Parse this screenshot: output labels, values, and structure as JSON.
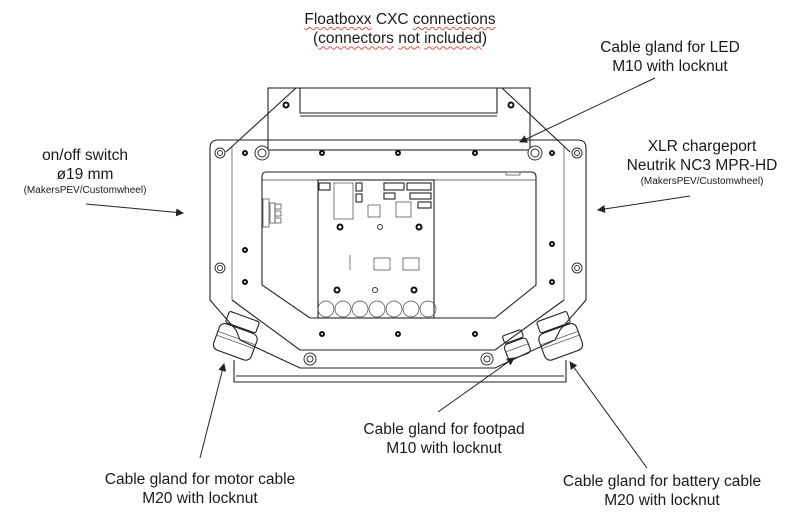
{
  "labels": {
    "top_title": {
      "line1_parts": [
        "Floatboxx",
        " CXC ",
        "connections"
      ],
      "line2_parts": [
        "(",
        "connectors",
        " ",
        "not",
        " ",
        "included",
        ")"
      ]
    },
    "led_gland": {
      "line1": "Cable gland for LED",
      "line2": "M10 with locknut"
    },
    "switch": {
      "line1": "on/off switch",
      "line2": "ø19 mm",
      "line3": "(MakersPEV/Customwheel)"
    },
    "chargeport": {
      "line1": "XLR chargeport",
      "line2": "Neutrik NC3 MPR-HD",
      "line3": "(MakersPEV/Customwheel)"
    },
    "motor_gland": {
      "line1": "Cable gland for motor cable",
      "line2": "M20 with locknut"
    },
    "footpad_gland": {
      "line1": "Cable gland for footpad",
      "line2": "M10 with locknut"
    },
    "battery_gland": {
      "line1": "Cable gland for battery cable",
      "line2": "M20 with locknut"
    }
  },
  "colors": {
    "line": "#222222",
    "spellcheck_underline": "#e05050",
    "background": "#ffffff"
  }
}
